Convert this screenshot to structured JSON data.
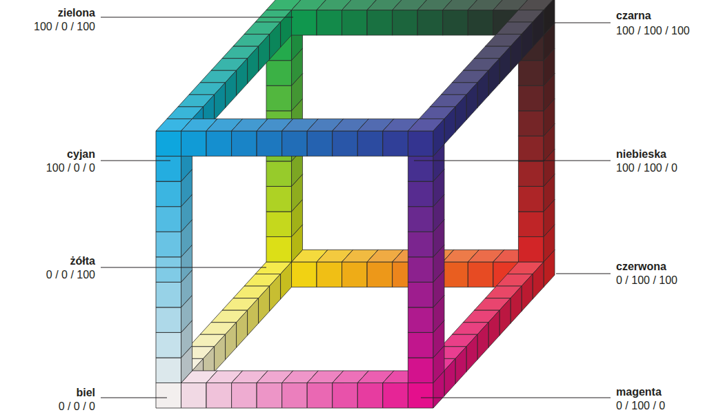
{
  "diagram": {
    "labels": [
      "zielona",
      "100 / 0 / 100",
      "czarna",
      "100 / 100 / 100",
      "cyjan",
      "100 / 0 / 0",
      "niebieska",
      "100 / 100 / 0",
      "żółta",
      "0 / 0 / 100",
      "czerwona",
      "0 / 100 / 100",
      "biel",
      "0 / 0 / 0",
      "magenta",
      "0 / 100 / 0"
    ]
  }
}
